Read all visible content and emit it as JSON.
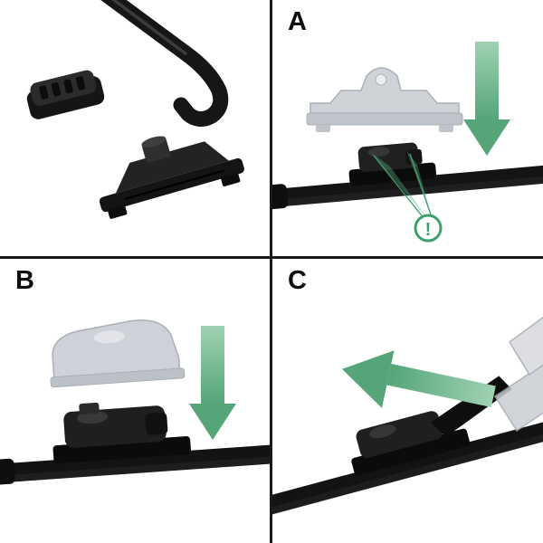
{
  "colors": {
    "background": "#ffffff",
    "divider": "#1a1a1a",
    "blade_black": "#141414",
    "ghost_gray": "#c9cdd3",
    "arrow_green": "#55a578",
    "arrow_green_light": "#9fd2b2",
    "warning_green": "#3f9e6e"
  },
  "panels": {
    "a": {
      "label": "A"
    },
    "b": {
      "label": "B"
    },
    "c": {
      "label": "C"
    }
  },
  "warning": {
    "symbol": "!"
  },
  "icons": {
    "arrow_a": "arrow-down",
    "arrow_b": "arrow-down",
    "arrow_c": "arrow-left",
    "warning": "exclamation-circle"
  }
}
